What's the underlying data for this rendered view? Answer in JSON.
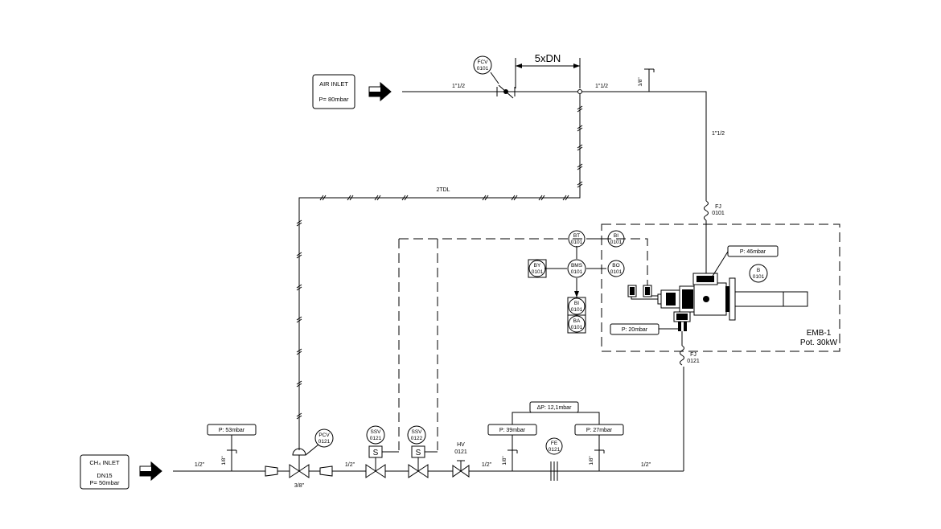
{
  "inlets": {
    "air": {
      "line1": "AIR INLET",
      "line2": "P= 80mbar"
    },
    "ch4": {
      "line1": "CH₄ INLET",
      "line2": "DN15",
      "line3": "P= 50mbar"
    }
  },
  "dimension": {
    "label": "5xDN"
  },
  "pipe_labels": {
    "air_left": "1\"1/2",
    "air_right": "1\"1/2",
    "air_vertical": "1\"1/2",
    "air_vent": "1/8\"",
    "gas_1": "1/2\"",
    "gas_2": "1/2\"",
    "gas_3": "1/2\"",
    "gas_4": "1/2\"",
    "gas_vent_1": "1/8\"",
    "gas_vent_2": "1/8\"",
    "gas_vent_3": "1/8\"",
    "reducer": "3/8\"",
    "tdl": "2TDL"
  },
  "pressure_tags": {
    "p53": "P: 53mbar",
    "p46": "P: 46mbar",
    "p20": "P: 20mbar",
    "p39": "P: 39mbar",
    "p27": "P: 27mbar",
    "dp": "ΔP: 12,1mbar"
  },
  "instruments": {
    "fcv": {
      "tag": "FCV",
      "num": "0101"
    },
    "bt": {
      "tag": "BT",
      "num": "0101"
    },
    "bi_top": {
      "tag": "BI",
      "num": "0101"
    },
    "bms": {
      "tag": "BMS",
      "num": "0101"
    },
    "bo": {
      "tag": "BO",
      "num": "0101"
    },
    "by": {
      "tag": "BY",
      "num": "0101"
    },
    "bi_panel": {
      "tag": "BI",
      "num": "0101"
    },
    "ba": {
      "tag": "BA",
      "num": "0101"
    },
    "b": {
      "tag": "B",
      "num": "0101"
    },
    "pcv": {
      "tag": "PCV",
      "num": "0121"
    },
    "ssv1": {
      "tag": "SSV",
      "num": "0121"
    },
    "ssv2": {
      "tag": "SSV",
      "num": "0122"
    },
    "fe": {
      "tag": "FE",
      "num": "0121"
    }
  },
  "valves": {
    "hv": {
      "tag": "HV",
      "num": "0121"
    },
    "solenoid_symbol": "S"
  },
  "joints": {
    "fj_air": {
      "tag": "FJ",
      "num": "0101"
    },
    "fj_gas": {
      "tag": "FJ",
      "num": "0121"
    }
  },
  "package": {
    "name": "EMB-1",
    "power": "Pot. 30kW"
  }
}
